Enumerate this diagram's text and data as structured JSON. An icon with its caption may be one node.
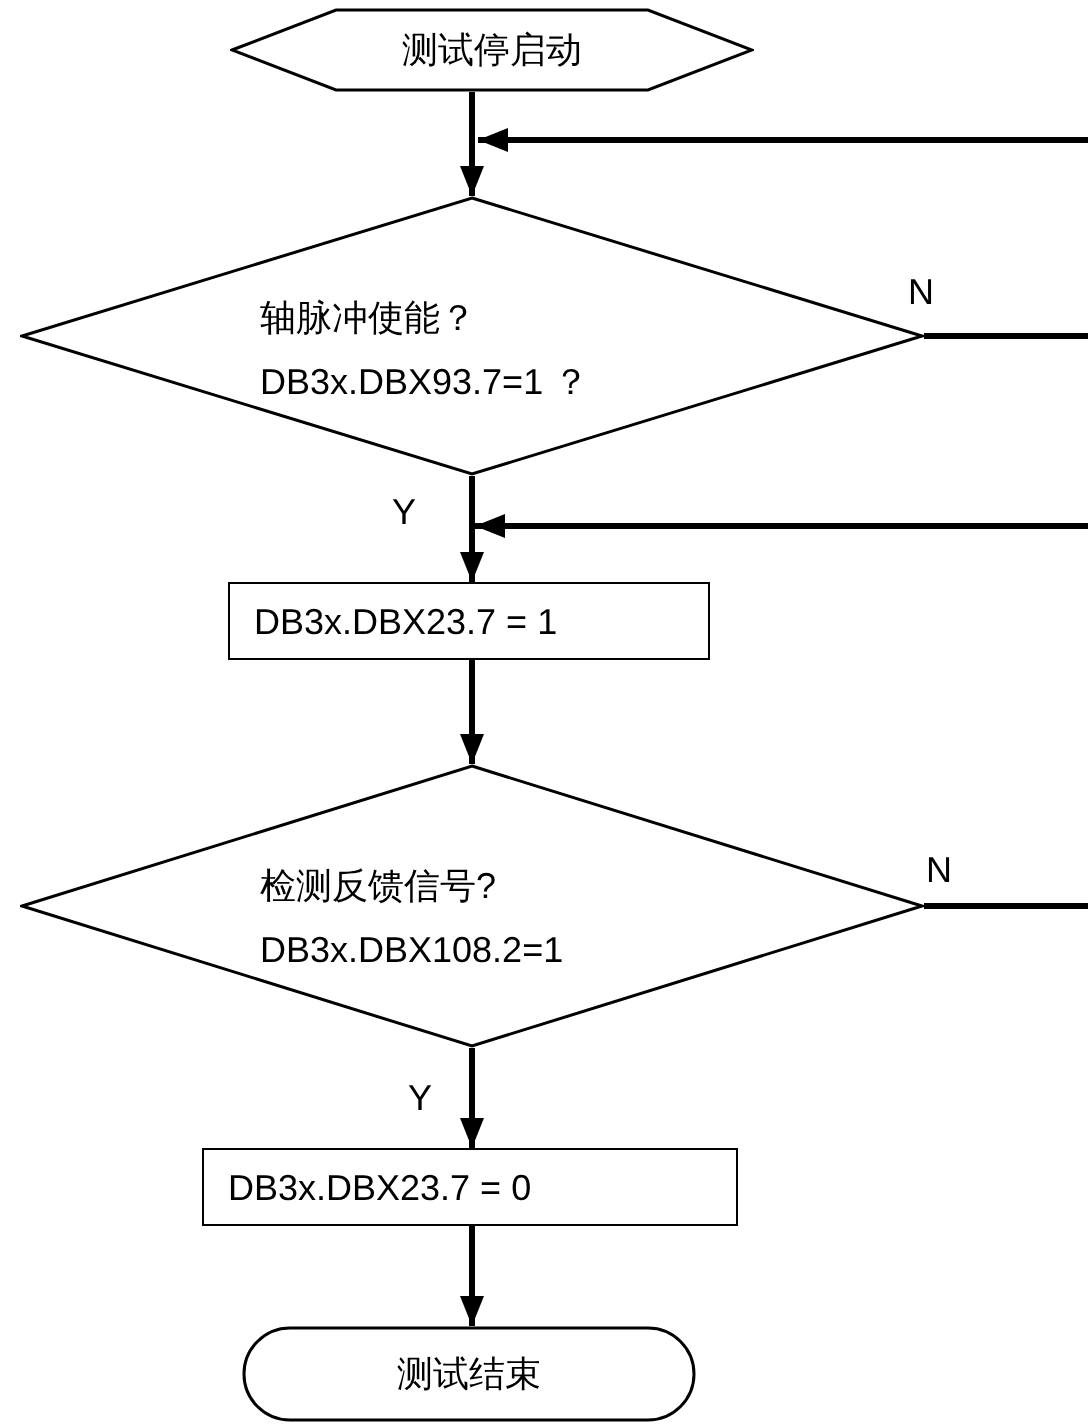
{
  "diagram": {
    "nodes": [
      {
        "text": [
          "测试停启动"
        ]
      },
      {
        "text": [
          "轴脉冲使能？",
          "DB3x.DBX93.7=1 ？"
        ]
      },
      {
        "text": [
          "DB3x.DBX23.7 = 1"
        ]
      },
      {
        "text": [
          "检测反馈信号?",
          "DB3x.DBX108.2=1"
        ]
      },
      {
        "text": [
          "DB3x.DBX23.7 = 0"
        ]
      },
      {
        "text": [
          "测试结束"
        ]
      }
    ],
    "edges": [
      {
        "from": 0,
        "to": 1,
        "arrow": "to"
      },
      {
        "from": null,
        "to": 1,
        "arrow": "to"
      },
      {
        "from": 1,
        "to": null,
        "arrow": "none",
        "label": "N"
      },
      {
        "from": 1,
        "to": 2,
        "arrow": "to",
        "label": "Y"
      },
      {
        "from": null,
        "to": 2,
        "arrow": "to"
      },
      {
        "from": 2,
        "to": 3,
        "arrow": "to"
      },
      {
        "from": 3,
        "to": null,
        "arrow": "none",
        "label": "N"
      },
      {
        "from": 3,
        "to": 4,
        "arrow": "to",
        "label": "Y"
      },
      {
        "from": 4,
        "to": 5,
        "arrow": "to"
      }
    ]
  }
}
